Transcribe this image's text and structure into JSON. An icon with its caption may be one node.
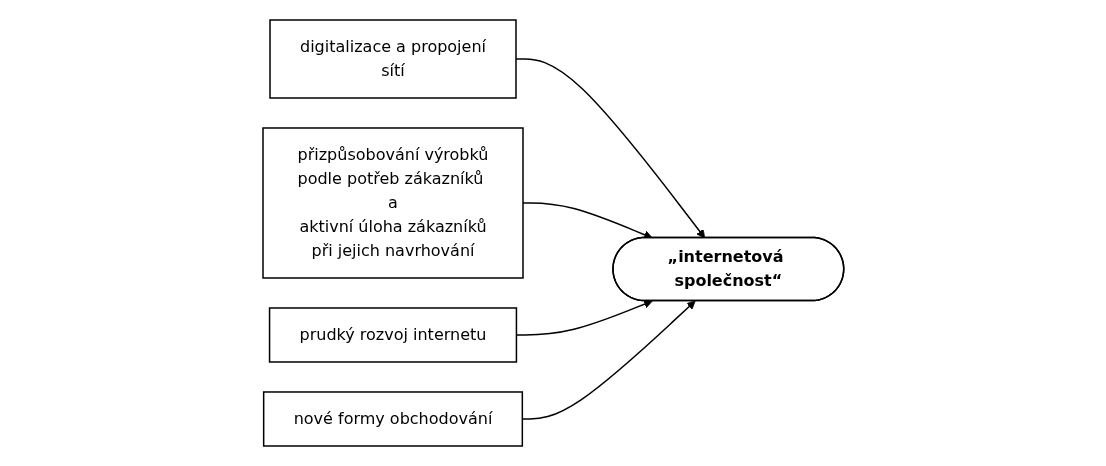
{
  "diagram": {
    "nodes": [
      {
        "text": [
          "digitalizace a propojení sítí"
        ]
      },
      {
        "text": [
          "přizpůsobování výrobků podle potřeb zákazníků a aktivní úloha zákazníků při jejich navrhování"
        ]
      },
      {
        "text": [
          "„internetová společnost“"
        ]
      },
      {
        "text": [
          "prudký rozvoj internetu"
        ]
      },
      {
        "text": [
          "nové formy obchodování"
        ]
      }
    ],
    "edges": [
      {
        "from": 0,
        "to": 2,
        "arrow": "to"
      },
      {
        "from": 1,
        "to": 2,
        "arrow": "to"
      },
      {
        "from": 3,
        "to": 2,
        "arrow": "to"
      },
      {
        "from": 4,
        "to": 2,
        "arrow": "to"
      }
    ]
  }
}
